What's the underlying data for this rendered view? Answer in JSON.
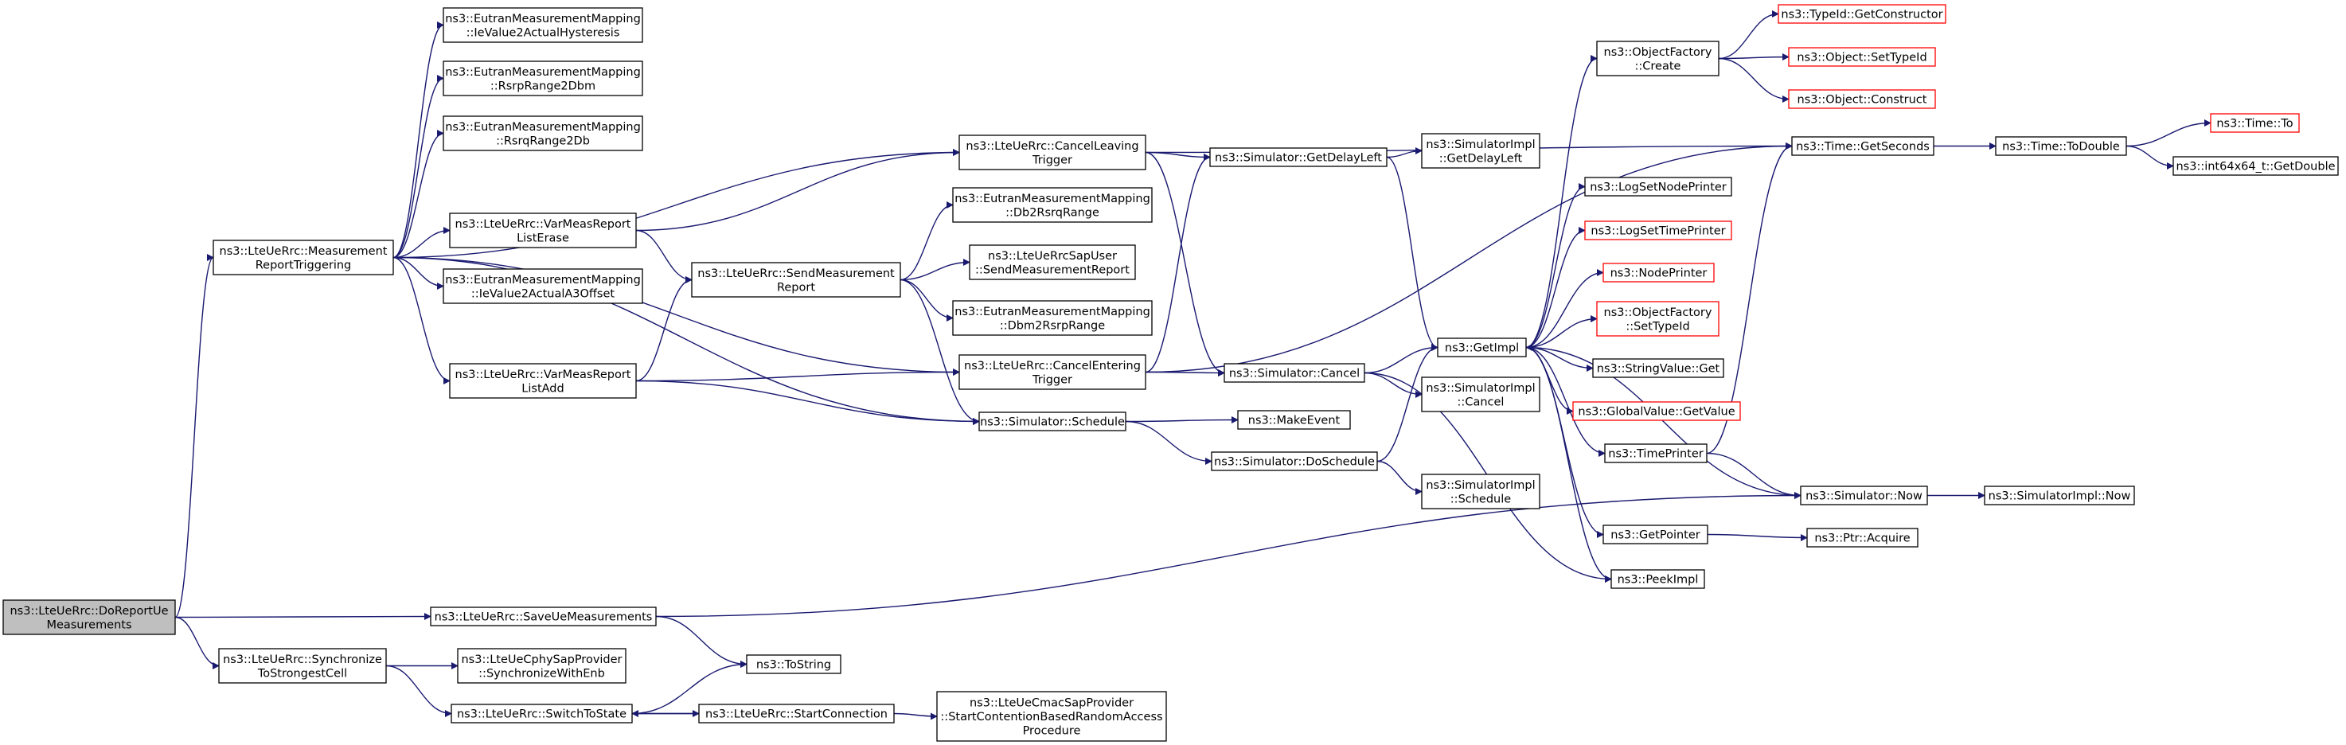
{
  "colors": {
    "edge": "#191970",
    "node_border": "#000000",
    "node_border_external": "#ff0000",
    "root_fill": "#bfbfbf",
    "node_fill": "#ffffff"
  },
  "nodes": [
    {
      "id": "n_doreport",
      "lines": [
        "ns3::LteUeRrc::DoReportUe",
        "Measurements"
      ],
      "style": "root"
    },
    {
      "id": "n_measrep",
      "lines": [
        "ns3::LteUeRrc::Measurement",
        "ReportTriggering"
      ],
      "style": "normal"
    },
    {
      "id": "n_hyst",
      "lines": [
        "ns3::EutranMeasurementMapping",
        "::IeValue2ActualHysteresis"
      ],
      "style": "normal"
    },
    {
      "id": "n_rsrp2dbm",
      "lines": [
        "ns3::EutranMeasurementMapping",
        "::RsrpRange2Dbm"
      ],
      "style": "normal"
    },
    {
      "id": "n_rsrq2db",
      "lines": [
        "ns3::EutranMeasurementMapping",
        "::RsrqRange2Db"
      ],
      "style": "normal"
    },
    {
      "id": "n_a3off",
      "lines": [
        "ns3::EutranMeasurementMapping",
        "::IeValue2ActualA3Offset"
      ],
      "style": "normal"
    },
    {
      "id": "n_varerase",
      "lines": [
        "ns3::LteUeRrc::VarMeasReport",
        "ListErase"
      ],
      "style": "normal"
    },
    {
      "id": "n_varadd",
      "lines": [
        "ns3::LteUeRrc::VarMeasReport",
        "ListAdd"
      ],
      "style": "normal"
    },
    {
      "id": "n_sendmeas",
      "lines": [
        "ns3::LteUeRrc::SendMeasurement",
        "Report"
      ],
      "style": "normal"
    },
    {
      "id": "n_cancelleave",
      "lines": [
        "ns3::LteUeRrc::CancelLeaving",
        "Trigger"
      ],
      "style": "normal"
    },
    {
      "id": "n_cancelenter",
      "lines": [
        "ns3::LteUeRrc::CancelEntering",
        "Trigger"
      ],
      "style": "normal"
    },
    {
      "id": "n_db2rsrq",
      "lines": [
        "ns3::EutranMeasurementMapping",
        "::Db2RsrqRange"
      ],
      "style": "normal"
    },
    {
      "id": "n_sapuser",
      "lines": [
        "ns3::LteUeRrcSapUser",
        "::SendMeasurementReport"
      ],
      "style": "normal"
    },
    {
      "id": "n_dbm2rsrp",
      "lines": [
        "ns3::EutranMeasurementMapping",
        "::Dbm2RsrpRange"
      ],
      "style": "normal"
    },
    {
      "id": "n_schedule",
      "lines": [
        "ns3::Simulator::Schedule"
      ],
      "style": "normal"
    },
    {
      "id": "n_getdelay",
      "lines": [
        "ns3::Simulator::GetDelayLeft"
      ],
      "style": "normal"
    },
    {
      "id": "n_cancel",
      "lines": [
        "ns3::Simulator::Cancel"
      ],
      "style": "normal"
    },
    {
      "id": "n_makeevent",
      "lines": [
        "ns3::MakeEvent"
      ],
      "style": "normal"
    },
    {
      "id": "n_dosched",
      "lines": [
        "ns3::Simulator::DoSchedule"
      ],
      "style": "normal"
    },
    {
      "id": "n_implgetdelay",
      "lines": [
        "ns3::SimulatorImpl",
        "::GetDelayLeft"
      ],
      "style": "normal"
    },
    {
      "id": "n_getimpl",
      "lines": [
        "ns3::GetImpl"
      ],
      "style": "normal"
    },
    {
      "id": "n_implcancel",
      "lines": [
        "ns3::SimulatorImpl",
        "::Cancel"
      ],
      "style": "normal"
    },
    {
      "id": "n_implsched",
      "lines": [
        "ns3::SimulatorImpl",
        "::Schedule"
      ],
      "style": "normal"
    },
    {
      "id": "n_objcreate",
      "lines": [
        "ns3::ObjectFactory",
        "::Create"
      ],
      "style": "normal"
    },
    {
      "id": "n_logsetnode",
      "lines": [
        "ns3::LogSetNodePrinter"
      ],
      "style": "normal"
    },
    {
      "id": "n_logsettime",
      "lines": [
        "ns3::LogSetTimePrinter"
      ],
      "style": "external"
    },
    {
      "id": "n_nodeprinter",
      "lines": [
        "ns3::NodePrinter"
      ],
      "style": "external"
    },
    {
      "id": "n_objsettype",
      "lines": [
        "ns3::ObjectFactory",
        "::SetTypeId"
      ],
      "style": "external"
    },
    {
      "id": "n_strval",
      "lines": [
        "ns3::StringValue::Get"
      ],
      "style": "normal"
    },
    {
      "id": "n_globval",
      "lines": [
        "ns3::GlobalValue::GetValue"
      ],
      "style": "external"
    },
    {
      "id": "n_timeprinter",
      "lines": [
        "ns3::TimePrinter"
      ],
      "style": "normal"
    },
    {
      "id": "n_getpointer",
      "lines": [
        "ns3::GetPointer"
      ],
      "style": "normal"
    },
    {
      "id": "n_peekimpl",
      "lines": [
        "ns3::PeekImpl"
      ],
      "style": "normal"
    },
    {
      "id": "n_typeidctor",
      "lines": [
        "ns3::TypeId::GetConstructor"
      ],
      "style": "external"
    },
    {
      "id": "n_objsettypeid",
      "lines": [
        "ns3::Object::SetTypeId"
      ],
      "style": "external"
    },
    {
      "id": "n_objconstruct",
      "lines": [
        "ns3::Object::Construct"
      ],
      "style": "external"
    },
    {
      "id": "n_getseconds",
      "lines": [
        "ns3::Time::GetSeconds"
      ],
      "style": "normal"
    },
    {
      "id": "n_todouble",
      "lines": [
        "ns3::Time::ToDouble"
      ],
      "style": "normal"
    },
    {
      "id": "n_timeto",
      "lines": [
        "ns3::Time::To"
      ],
      "style": "external"
    },
    {
      "id": "n_int64",
      "lines": [
        "ns3::int64x64_t::GetDouble"
      ],
      "style": "normal"
    },
    {
      "id": "n_simnow",
      "lines": [
        "ns3::Simulator::Now"
      ],
      "style": "normal"
    },
    {
      "id": "n_implnow",
      "lines": [
        "ns3::SimulatorImpl::Now"
      ],
      "style": "normal"
    },
    {
      "id": "n_ptracquire",
      "lines": [
        "ns3::Ptr::Acquire"
      ],
      "style": "normal"
    },
    {
      "id": "n_saveue",
      "lines": [
        "ns3::LteUeRrc::SaveUeMeasurements"
      ],
      "style": "normal"
    },
    {
      "id": "n_sync",
      "lines": [
        "ns3::LteUeRrc::Synchronize",
        "ToStrongestCell"
      ],
      "style": "normal"
    },
    {
      "id": "n_cphysync",
      "lines": [
        "ns3::LteUeCphySapProvider",
        "::SynchronizeWithEnb"
      ],
      "style": "normal"
    },
    {
      "id": "n_tostring",
      "lines": [
        "ns3::ToString"
      ],
      "style": "normal"
    },
    {
      "id": "n_switch",
      "lines": [
        "ns3::LteUeRrc::SwitchToState"
      ],
      "style": "normal"
    },
    {
      "id": "n_startconn",
      "lines": [
        "ns3::LteUeRrc::StartConnection"
      ],
      "style": "normal"
    },
    {
      "id": "n_cmacsap",
      "lines": [
        "ns3::LteUeCmacSapProvider",
        "::StartContentionBasedRandomAccess",
        "Procedure"
      ],
      "style": "normal"
    }
  ],
  "edges": [
    [
      "n_doreport",
      "n_measrep"
    ],
    [
      "n_doreport",
      "n_saveue"
    ],
    [
      "n_doreport",
      "n_sync"
    ],
    [
      "n_measrep",
      "n_hyst"
    ],
    [
      "n_measrep",
      "n_rsrp2dbm"
    ],
    [
      "n_measrep",
      "n_rsrq2db"
    ],
    [
      "n_measrep",
      "n_cancelleave"
    ],
    [
      "n_measrep",
      "n_varerase"
    ],
    [
      "n_measrep",
      "n_a3off"
    ],
    [
      "n_measrep",
      "n_cancelenter"
    ],
    [
      "n_measrep",
      "n_varadd"
    ],
    [
      "n_measrep",
      "n_schedule"
    ],
    [
      "n_varerase",
      "n_cancelleave"
    ],
    [
      "n_varerase",
      "n_sendmeas"
    ],
    [
      "n_varadd",
      "n_sendmeas"
    ],
    [
      "n_varadd",
      "n_cancelenter"
    ],
    [
      "n_varadd",
      "n_schedule"
    ],
    [
      "n_sendmeas",
      "n_db2rsrq"
    ],
    [
      "n_sendmeas",
      "n_sapuser"
    ],
    [
      "n_sendmeas",
      "n_dbm2rsrp"
    ],
    [
      "n_sendmeas",
      "n_schedule"
    ],
    [
      "n_cancelleave",
      "n_getdelay"
    ],
    [
      "n_cancelleave",
      "n_getseconds"
    ],
    [
      "n_cancelleave",
      "n_cancel"
    ],
    [
      "n_cancelenter",
      "n_getdelay"
    ],
    [
      "n_cancelenter",
      "n_getseconds"
    ],
    [
      "n_cancelenter",
      "n_cancel"
    ],
    [
      "n_schedule",
      "n_makeevent"
    ],
    [
      "n_schedule",
      "n_dosched"
    ],
    [
      "n_getdelay",
      "n_implgetdelay"
    ],
    [
      "n_getdelay",
      "n_getimpl"
    ],
    [
      "n_cancel",
      "n_getimpl"
    ],
    [
      "n_cancel",
      "n_implcancel"
    ],
    [
      "n_cancel",
      "n_peekimpl"
    ],
    [
      "n_dosched",
      "n_getimpl"
    ],
    [
      "n_dosched",
      "n_implsched"
    ],
    [
      "n_getimpl",
      "n_objcreate"
    ],
    [
      "n_getimpl",
      "n_logsetnode"
    ],
    [
      "n_getimpl",
      "n_logsettime"
    ],
    [
      "n_getimpl",
      "n_nodeprinter"
    ],
    [
      "n_getimpl",
      "n_objsettype"
    ],
    [
      "n_getimpl",
      "n_strval"
    ],
    [
      "n_getimpl",
      "n_globval"
    ],
    [
      "n_getimpl",
      "n_timeprinter"
    ],
    [
      "n_getimpl",
      "n_getpointer"
    ],
    [
      "n_getimpl",
      "n_peekimpl"
    ],
    [
      "n_objcreate",
      "n_typeidctor"
    ],
    [
      "n_objcreate",
      "n_objsettypeid"
    ],
    [
      "n_objcreate",
      "n_objconstruct"
    ],
    [
      "n_getseconds",
      "n_todouble"
    ],
    [
      "n_todouble",
      "n_timeto"
    ],
    [
      "n_todouble",
      "n_int64"
    ],
    [
      "n_timeprinter",
      "n_getseconds"
    ],
    [
      "n_timeprinter",
      "n_simnow"
    ],
    [
      "n_simnow",
      "n_getimpl"
    ],
    [
      "n_simnow",
      "n_implnow"
    ],
    [
      "n_getpointer",
      "n_ptracquire"
    ],
    [
      "n_saveue",
      "n_tostring"
    ],
    [
      "n_saveue",
      "n_simnow"
    ],
    [
      "n_sync",
      "n_cphysync"
    ],
    [
      "n_sync",
      "n_switch"
    ],
    [
      "n_switch",
      "n_tostring"
    ],
    [
      "n_switch",
      "n_startconn"
    ],
    [
      "n_startconn",
      "n_switch"
    ],
    [
      "n_startconn",
      "n_cmacsap"
    ]
  ]
}
